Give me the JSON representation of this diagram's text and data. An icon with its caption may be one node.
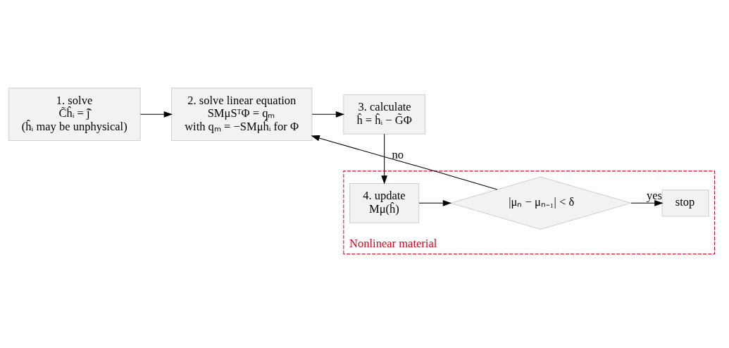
{
  "diagram": {
    "nodes": [
      {
        "text": [
          "1. solve",
          "C̃ĥᵢ = ĵ̂",
          "(ĥᵢ may be unphysical)"
        ]
      },
      {
        "text": [
          "2. solve linear equation",
          "SMμSᵀΦ = qₘ",
          "with qₘ = −SMμĥᵢ for Φ"
        ]
      },
      {
        "text": [
          "3. calculate",
          "ĥ = ĥᵢ − G̃Φ"
        ]
      },
      {
        "text": [
          "Nonlinear material"
        ]
      },
      {
        "text": [
          "4. update",
          "Mμ(ĥ)"
        ],
        "in": 3
      },
      {
        "text": [
          "|μₙ − μₙ₋₁| < δ"
        ],
        "in": 3
      },
      {
        "text": [
          "stop"
        ],
        "in": 3
      }
    ],
    "edges": [
      {
        "from": 0,
        "to": 1,
        "arrow": "to"
      },
      {
        "from": 1,
        "to": 2,
        "arrow": "to"
      },
      {
        "from": 2,
        "to": 4,
        "arrow": "to"
      },
      {
        "from": 4,
        "to": 5,
        "arrow": "to"
      },
      {
        "from": 5,
        "to": 1,
        "arrow": "to",
        "label": "no"
      },
      {
        "from": 5,
        "to": 6,
        "arrow": "to",
        "label": "yes"
      }
    ]
  }
}
